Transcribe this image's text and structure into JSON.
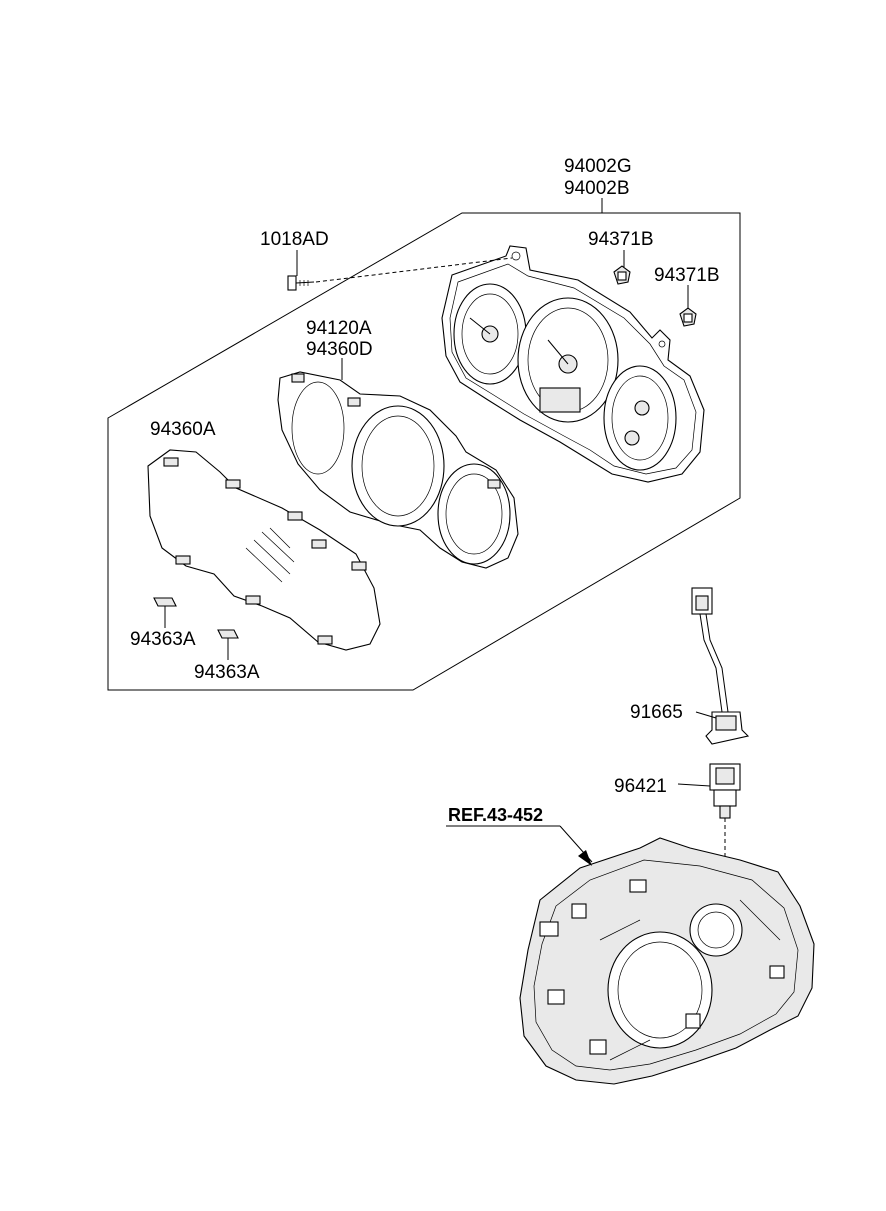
{
  "labels": {
    "cluster_assy_1": "94002G",
    "cluster_assy_2": "94002B",
    "screw": "1018AD",
    "bulb_1": "94371B",
    "bulb_2": "94371B",
    "bezel_1": "94120A",
    "bezel_2": "94360D",
    "window": "94360A",
    "pad_1": "94363A",
    "pad_2": "94363A",
    "harness": "91665",
    "sensor": "96421",
    "ref": "REF.43-452"
  }
}
